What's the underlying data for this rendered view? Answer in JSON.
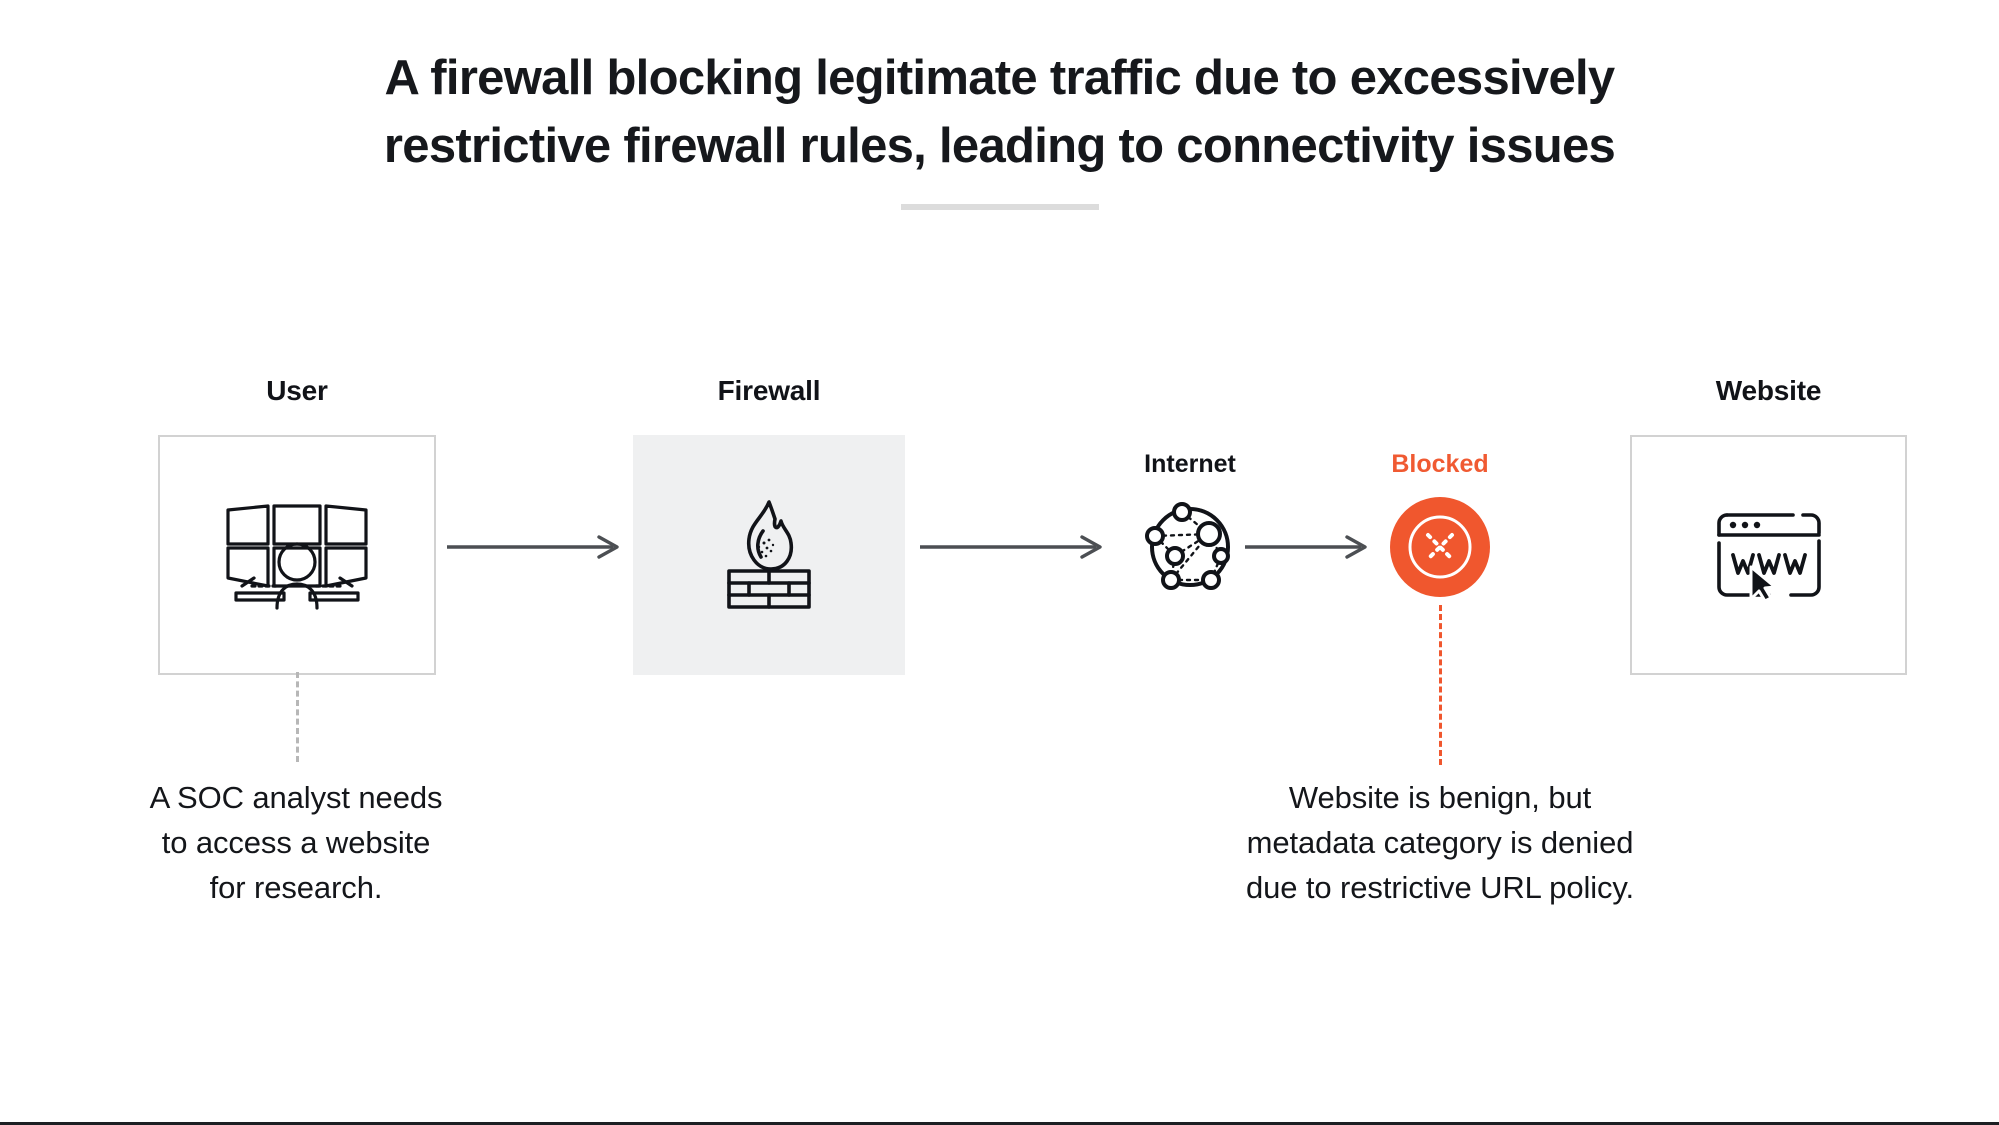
{
  "title": {
    "line1": "A firewall blocking legitimate traffic due to excessively",
    "line2": "restrictive firewall rules, leading to connectivity issues"
  },
  "colors": {
    "accent_orange": "#f0572e",
    "title_text": "#16181c",
    "box_border": "#d2d2d2",
    "box_fill": "#eff0f1",
    "arrow": "#4c4f53",
    "divider": "#dcdcdc",
    "connector_gray": "#b7b7b7"
  },
  "flow": {
    "nodes": [
      {
        "id": "user",
        "label": "User",
        "icon": "soc-analyst-workstation-icon",
        "style": "outlined"
      },
      {
        "id": "firewall",
        "label": "Firewall",
        "icon": "firewall-flame-brick-icon",
        "style": "filled"
      },
      {
        "id": "internet",
        "label": "Internet",
        "icon": "network-globe-icon",
        "style": "none"
      },
      {
        "id": "blocked",
        "label": "Blocked",
        "icon": "blocked-x-circle-icon",
        "style": "marker"
      },
      {
        "id": "website",
        "label": "Website",
        "icon": "browser-www-cursor-icon",
        "style": "outlined"
      }
    ],
    "arrows": [
      {
        "id": "user-to-firewall",
        "icon": "arrow-right-icon"
      },
      {
        "id": "firewall-to-internet",
        "icon": "arrow-right-icon"
      },
      {
        "id": "internet-to-blocked",
        "icon": "arrow-right-icon"
      }
    ]
  },
  "callouts": {
    "left": {
      "line1": "A SOC analyst needs",
      "line2": "to access a website",
      "line3": "for research."
    },
    "right": {
      "line1": "Website is benign, but",
      "line2": "metadata category is denied",
      "line3": "due to restrictive URL policy."
    }
  }
}
